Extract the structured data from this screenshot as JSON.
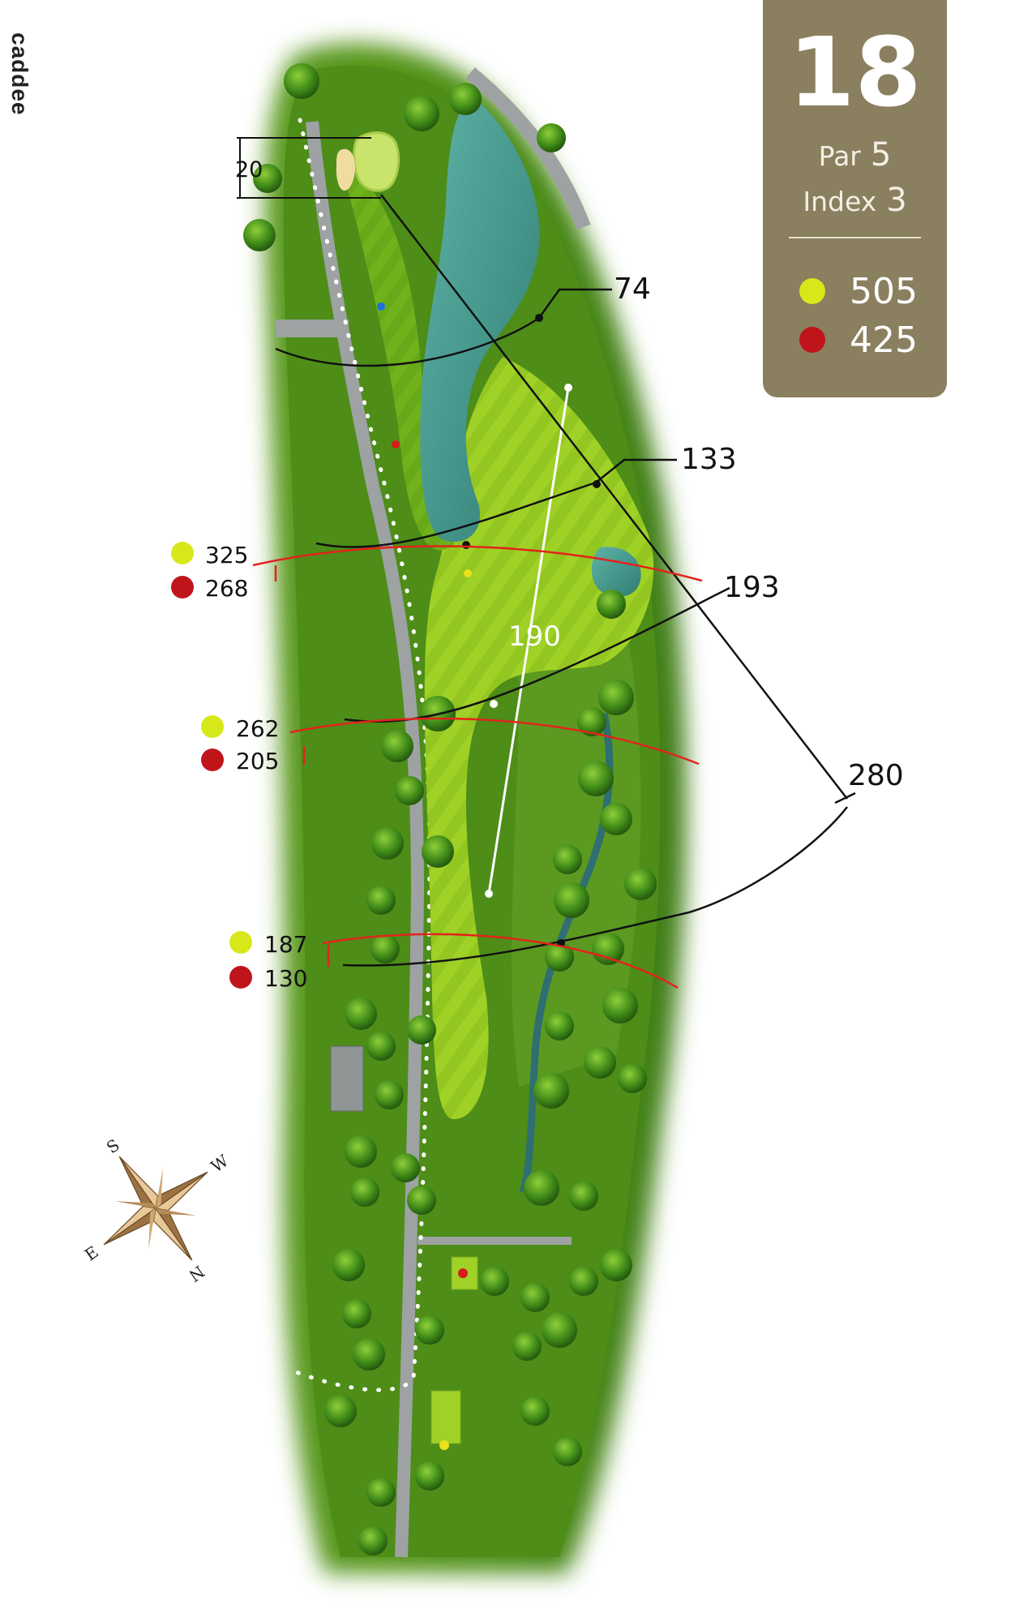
{
  "brand": "caddee",
  "hole": {
    "number": "18",
    "par_label": "Par",
    "par": "5",
    "index_label": "Index",
    "index": "3"
  },
  "colors": {
    "card": "#8a7f5f",
    "yellow_tee": "#d7e81a",
    "red_tee": "#c0141b",
    "yardage_line": "#e3231b"
  },
  "tees": [
    {
      "name": "yellow",
      "color": "#d7e81a",
      "length": "505"
    },
    {
      "name": "red",
      "color": "#c0141b",
      "length": "425"
    }
  ],
  "green_depth": "20",
  "distances": [
    "74",
    "133",
    "193",
    "280"
  ],
  "fairway_width": "190",
  "markers": [
    {
      "yellow": "325",
      "red": "268"
    },
    {
      "yellow": "262",
      "red": "205"
    },
    {
      "yellow": "187",
      "red": "130"
    }
  ],
  "compass": {
    "north": "N",
    "south": "S",
    "east": "E",
    "west": "W",
    "icon": "compass-rose-icon"
  }
}
